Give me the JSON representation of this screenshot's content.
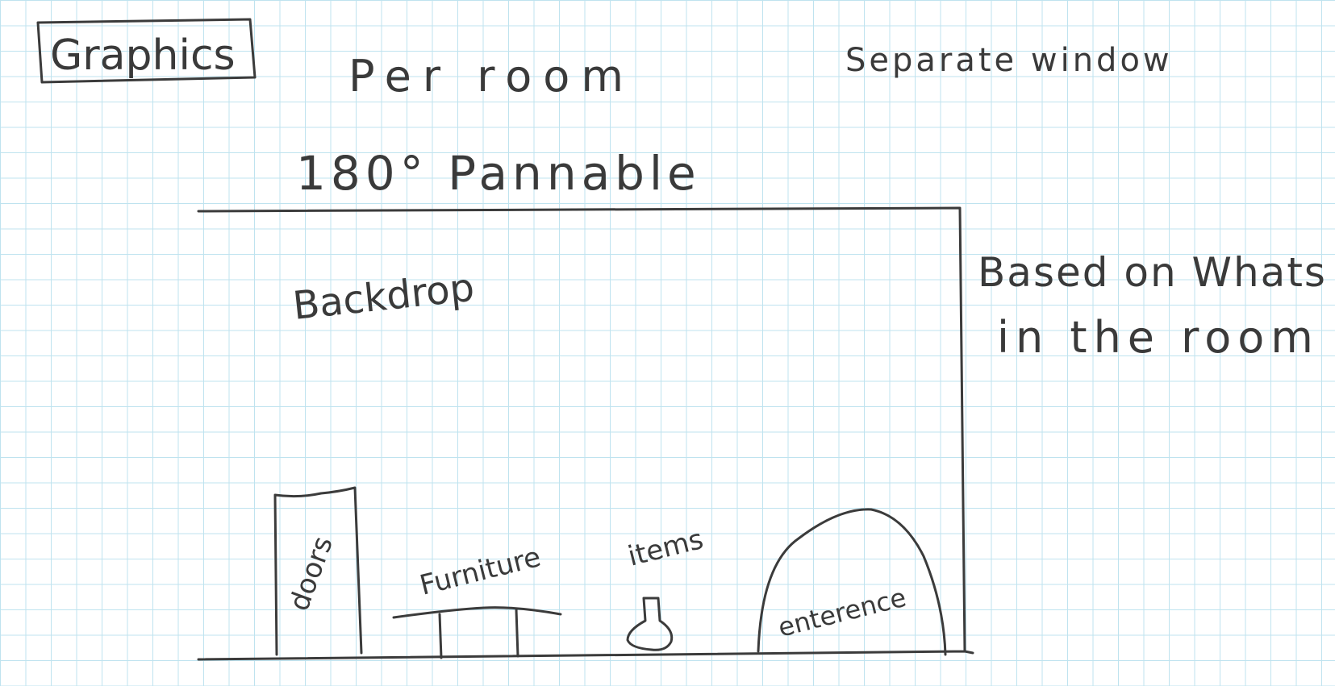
{
  "title": "Graphics",
  "notes": {
    "per_room": "Per room",
    "separate_window": "Separate window",
    "pannable": "180° Pannable",
    "based_on_line1": "Based on Whats",
    "based_on_line2": "in the room"
  },
  "frame": {
    "backdrop": "Backdrop",
    "doors": "doors",
    "furniture": "Furniture",
    "items": "items",
    "entrance": "enterence"
  },
  "colors": {
    "grid": "#bfe3ef",
    "ink": "#3b3b3b",
    "paper": "#ffffff"
  }
}
